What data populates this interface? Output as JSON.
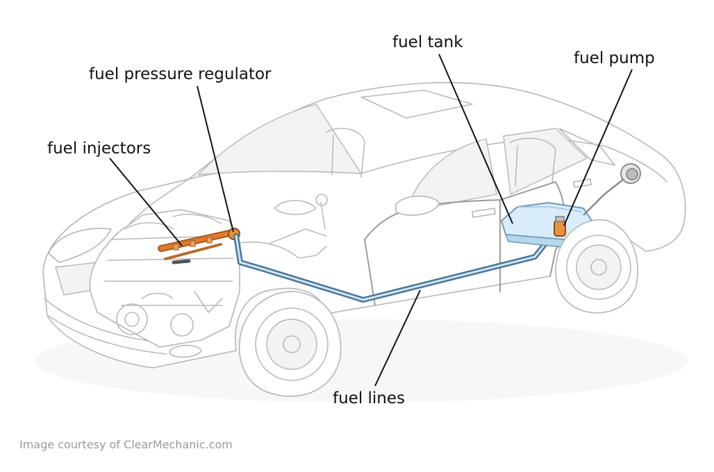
{
  "labels": {
    "fuel_tank": "fuel tank",
    "fuel_pump": "fuel pump",
    "fuel_pressure_regulator": "fuel pressure regulator",
    "fuel_injectors": "fuel injectors",
    "fuel_lines": "fuel lines"
  },
  "credit": "Image courtesy of ClearMechanic.com",
  "colors": {
    "fuel_line": "#5a86a6",
    "fuel_line_highlight": "#cfe6f6",
    "fuel_tank": "#d8ecfa",
    "fuel_pump": "#e8923a",
    "injector_rail": "#e07a2e",
    "car_outline": "#b9b9b9",
    "leader_line": "#111111"
  }
}
